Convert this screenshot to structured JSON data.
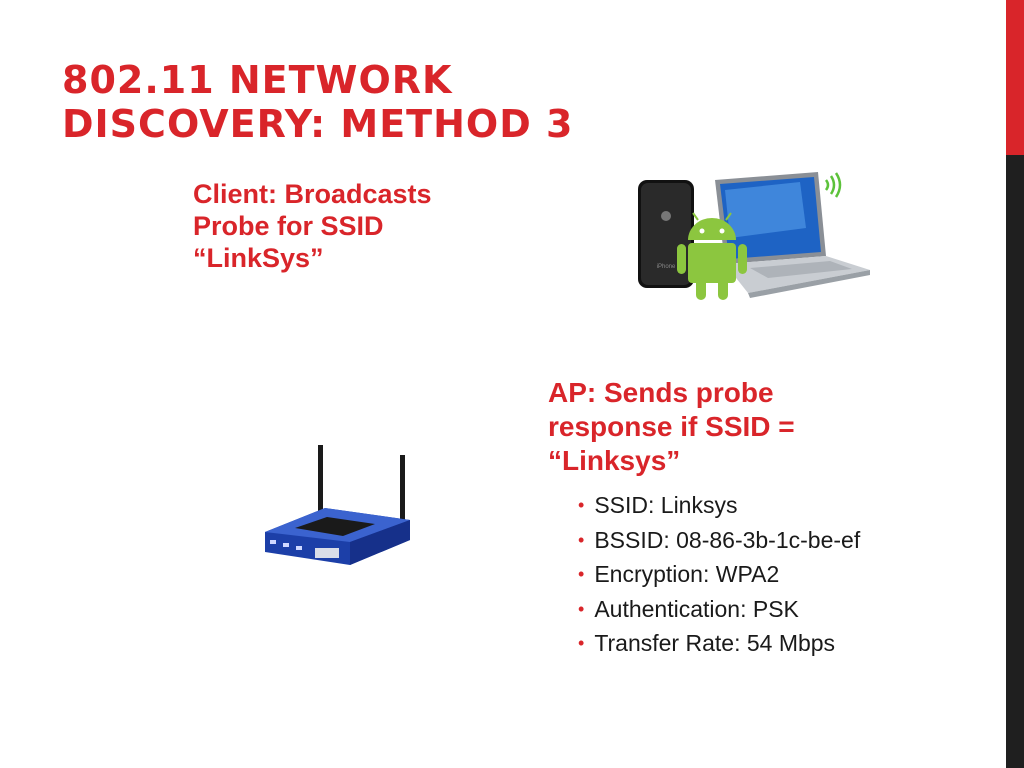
{
  "slide": {
    "title_line1": "802.11 NETWORK",
    "title_line2": "DISCOVERY: METHOD 3",
    "client_line1": "Client: Broadcasts",
    "client_line2": "Probe for SSID",
    "client_line3": "“LinkSys”",
    "ap_line1": "AP: Sends probe",
    "ap_line2": "response if SSID =",
    "ap_line3": "“Linksys”",
    "details": [
      "SSID: Linksys",
      "BSSID: 08-86-3b-1c-be-ef",
      "Encryption: WPA2",
      "Authentication: PSK",
      "Transfer Rate: 54 Mbps"
    ]
  },
  "images": {
    "clients_illustration": "iphone-android-laptop-wifi",
    "router_illustration": "wireless-router"
  },
  "colors": {
    "accent": "#d9252a",
    "sidebar_dark": "#1f1f1f",
    "text": "#1a1a1a"
  }
}
